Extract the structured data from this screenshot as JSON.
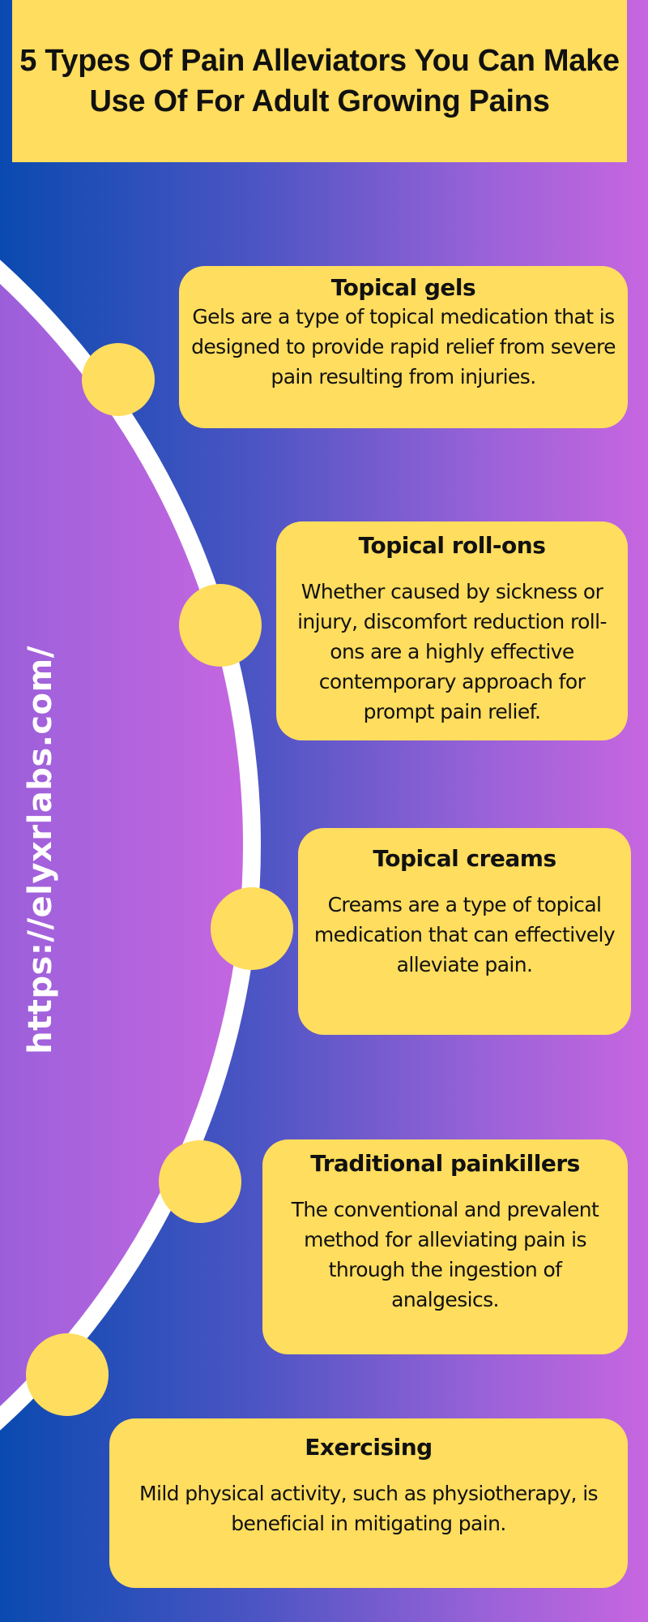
{
  "header": {
    "title": "5 Types Of Pain Alleviators You Can Make Use Of For Adult Growing Pains"
  },
  "sidebar": {
    "url": "https://elyxrlabs.com/"
  },
  "colors": {
    "card_bg": "#ffdd5e",
    "gradient_left": "#0a4ab0",
    "gradient_right": "#c766e0",
    "arc": "#ffffff",
    "text": "#111111"
  },
  "items": [
    {
      "title": "Topical gels",
      "description": "Gels are a type of topical medication that is designed to provide rapid relief from severe pain resulting from injuries."
    },
    {
      "title": "Topical roll-ons",
      "description": "Whether caused by sickness or injury, discomfort reduction roll-ons are a highly effective contemporary approach for prompt pain relief."
    },
    {
      "title": "Topical creams",
      "description": "Creams are a type of topical medication that can effectively alleviate pain."
    },
    {
      "title": "Traditional painkillers",
      "description": "The conventional and prevalent method for alleviating pain is through the ingestion of analgesics."
    },
    {
      "title": "Exercising",
      "description": "Mild physical activity, such as physiotherapy, is beneficial in mitigating pain."
    }
  ]
}
